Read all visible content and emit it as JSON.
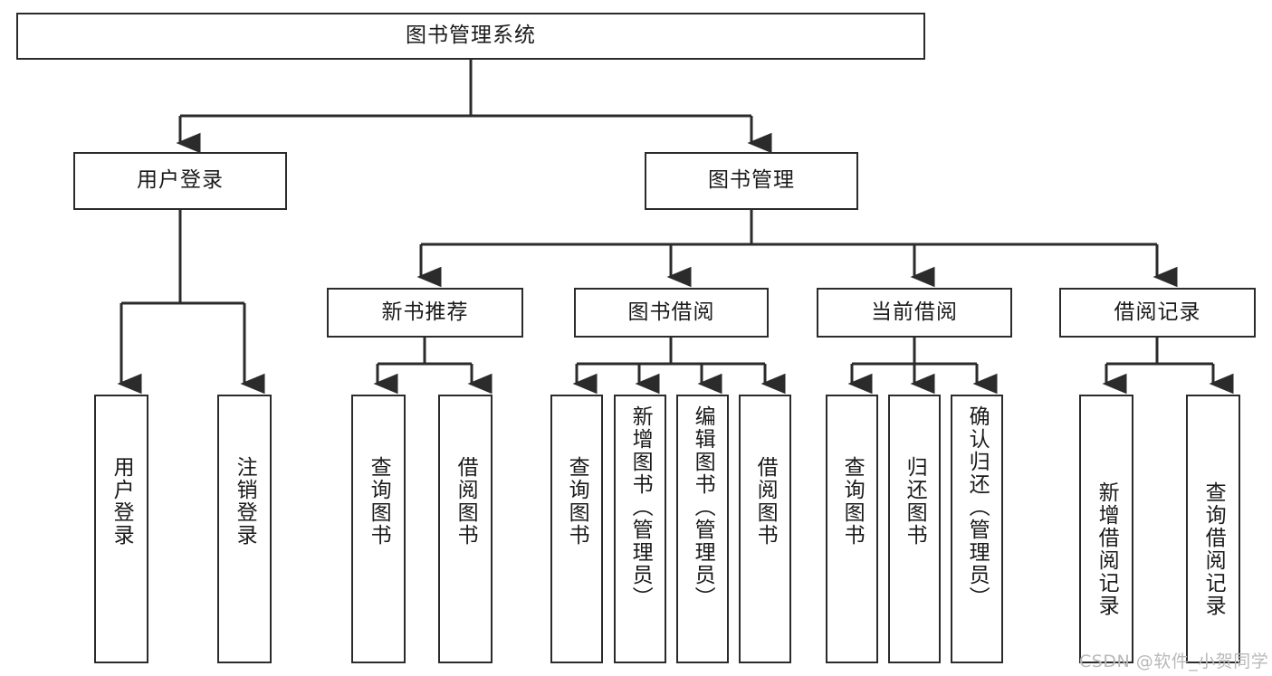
{
  "diagram": {
    "title": "图书管理系统",
    "watermark": "CSDN @软件_小贺同学",
    "line_color": "#2b2b2b",
    "box_fill": "#ffffff",
    "text_color": "#1a1a1a",
    "watermark_color": "#b9b9b9"
  },
  "nodes": {
    "root": {
      "label": "图书管理系统"
    },
    "level2": [
      {
        "label": "用户登录"
      },
      {
        "label": "图书管理"
      }
    ],
    "level3": [
      {
        "label": "新书推荐"
      },
      {
        "label": "图书借阅"
      },
      {
        "label": "当前借阅"
      },
      {
        "label": "借阅记录"
      }
    ],
    "leaves": {
      "user_login": [
        {
          "label": "用户登录"
        },
        {
          "label": "注销登录"
        }
      ],
      "new_book": [
        {
          "label": "查询图书"
        },
        {
          "label": "借阅图书"
        }
      ],
      "borrow": [
        {
          "label": "查询图书"
        },
        {
          "label": "新增图书（管理员）"
        },
        {
          "label": "编辑图书（管理员）"
        },
        {
          "label": "借阅图书"
        }
      ],
      "current": [
        {
          "label": "查询图书"
        },
        {
          "label": "归还图书"
        },
        {
          "label": "确认归还（管理员）"
        }
      ],
      "records": [
        {
          "label": "新增借阅记录"
        },
        {
          "label": "查询借阅记录"
        }
      ]
    }
  }
}
